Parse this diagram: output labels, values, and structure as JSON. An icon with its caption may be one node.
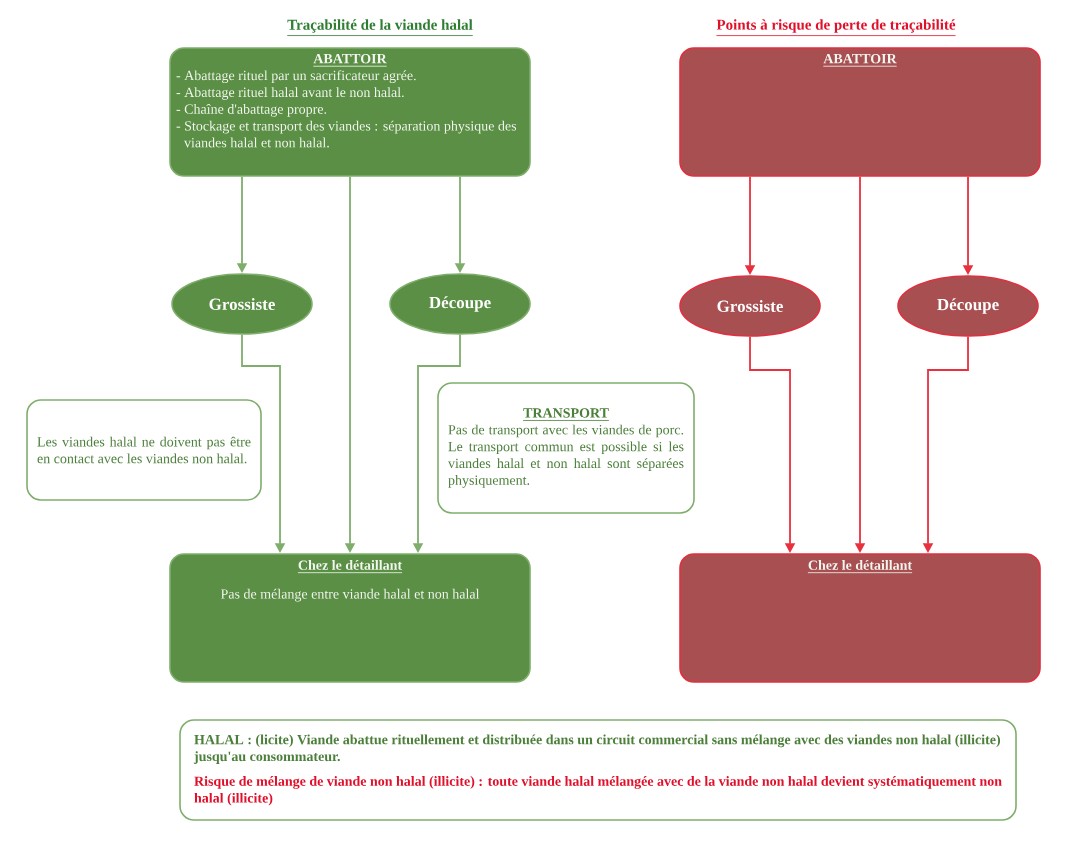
{
  "diagram": {
    "nodes": [
      {
        "text": [
          "ABATTOIR",
          "- Abattage rituel par un sacrificateur agrée.",
          "- Abattage rituel halal avant le non halal.",
          "- Chaîne d'abattage propre.",
          "- Stockage et transport des viandes : séparation physique des viandes halal et non halal."
        ]
      },
      {
        "text": [
          "Grossiste"
        ]
      },
      {
        "text": [
          "Découpe"
        ]
      },
      {
        "text": [
          "Les viandes halal ne doivent pas être en contact avec les viandes non halal."
        ]
      },
      {
        "text": [
          "TRANSPORT",
          "Pas de transport avec les viandes de porc. Le transport commun est possible si les viandes halal et non halal sont séparées physiquement."
        ]
      },
      {
        "text": [
          "Chez le détaillant",
          "Pas de mélange entre viande halal et non halal"
        ]
      },
      {
        "text": [
          "ABATTOIR"
        ]
      },
      {
        "text": [
          "Grossiste"
        ]
      },
      {
        "text": [
          "Découpe"
        ]
      },
      {
        "text": [
          "Chez le détaillant"
        ]
      },
      {
        "text": [
          "HALAL : (licite) Viande abattue rituellement et distribuée dans un circuit commercial sans mélange avec des viandes non halal (illicite) jusqu'au consommateur.",
          "Risque de mélange de viande non halal (illicite) : toute viande halal mélangée avec de la viande non halal devient systématiquement non halal (illicite)"
        ]
      }
    ],
    "edges": [
      {
        "from": 0,
        "to": 1,
        "arrow": "to"
      },
      {
        "from": 0,
        "to": 5,
        "arrow": "to"
      },
      {
        "from": 0,
        "to": 2,
        "arrow": "to"
      },
      {
        "from": 1,
        "to": 5,
        "arrow": "to"
      },
      {
        "from": 2,
        "to": 5,
        "arrow": "to"
      },
      {
        "from": 6,
        "to": 7,
        "arrow": "to",
        "color": "#e8303f"
      },
      {
        "from": 6,
        "to": 9,
        "arrow": "to",
        "color": "#e8303f"
      },
      {
        "from": 6,
        "to": 8,
        "arrow": "to",
        "color": "#e8303f"
      },
      {
        "from": 7,
        "to": 9,
        "arrow": "to",
        "color": "#e8303f"
      },
      {
        "from": 8,
        "to": 9,
        "arrow": "to",
        "color": "#e8303f"
      }
    ],
    "labels": [
      "Traçabilité de la viande halal",
      "Points à risque de perte de traçabilité"
    ]
  }
}
